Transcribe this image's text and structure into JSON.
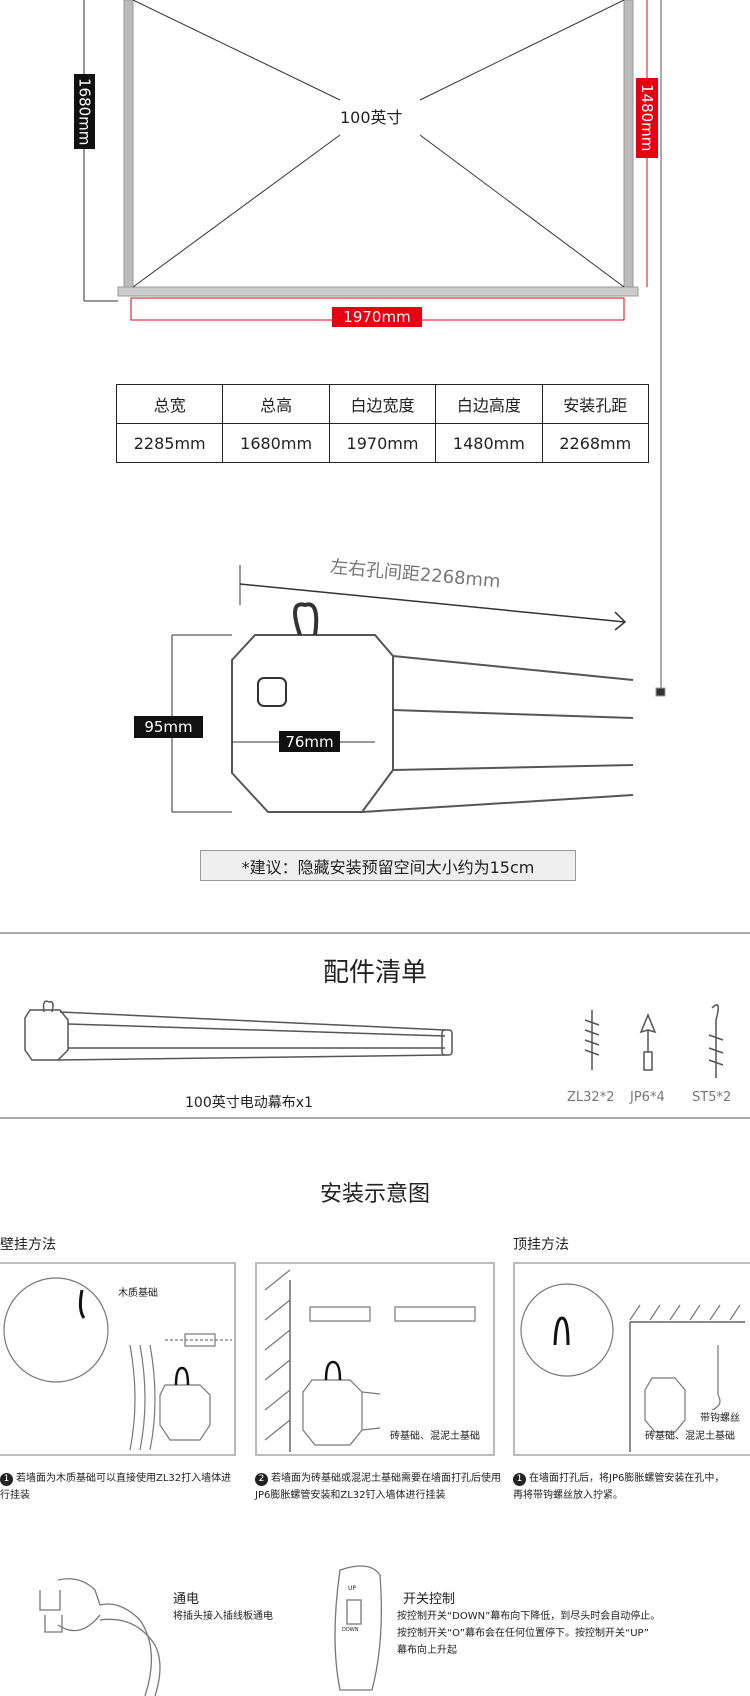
{
  "screen": {
    "size_label": "100英寸",
    "height_label": "1680mm",
    "white_height_label": "1480mm",
    "white_width_label": "1970mm"
  },
  "spec_table": {
    "headers": [
      "总宽",
      "总高",
      "白边宽度",
      "白边高度",
      "安装孔距"
    ],
    "values": [
      "2285mm",
      "1680mm",
      "1970mm",
      "1480mm",
      "2268mm"
    ]
  },
  "housing": {
    "hole_distance": "左右孔间距2268mm",
    "height": "95mm",
    "width": "76mm",
    "suggestion": "*建议：隐藏安装预留空间大小约为15cm"
  },
  "accessories": {
    "title": "配件清单",
    "main_item": "100英寸电动幕布x1",
    "parts": [
      "ZL32*2",
      "JP6*4",
      "ST5*2"
    ]
  },
  "install": {
    "title": "安装示意图",
    "wall_title": "壁挂方法",
    "ceiling_title": "顶挂方法",
    "box_labels": [
      "木质基础",
      "砖基础、混泥土基础",
      "带钩螺丝",
      "砖基础、混泥土基础"
    ],
    "steps": [
      {
        "num": "1",
        "text": "若墙面为木质基础可以直接使用ZL32打入墙体进行挂装"
      },
      {
        "num": "2",
        "text": "若墙面为砖基础或混泥土基础需要在墙面打孔后使用JP6膨胀螺管安装和ZL32钉入墙体进行挂装"
      },
      {
        "num": "1",
        "text": "在墙面打孔后，将JP6膨胀螺管安装在孔中，再将带钩螺丝放入拧紧。"
      }
    ]
  },
  "power": {
    "title": "通电",
    "text": "将插头接入插线板通电"
  },
  "switch": {
    "title": "开关控制",
    "up": "UP",
    "down": "DOWN",
    "lines": [
      "按控制开关“DOWN”幕布向下降低，到尽头时会自动停止。",
      "按控制开关“O”幕布会在任何位置停下。按控制开关“UP”",
      "幕布向上升起"
    ]
  }
}
